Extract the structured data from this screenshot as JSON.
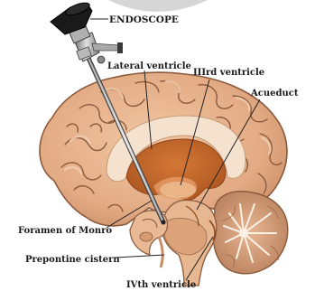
{
  "labels": {
    "endoscope": "ENDOSCOPE",
    "lateral_ventricle": "Lateral ventricle",
    "third_ventricle": "IIIrd ventricle",
    "acueduct": "Acueduct",
    "foramen_of_monro": "Foramen of Monro",
    "prepontine_cistern": "Prepontine cistern",
    "fourth_ventricle": "IVth ventricle"
  },
  "colors": {
    "brain_base": "#e9b894",
    "brain_gyri_edge": "#8a5a3c",
    "ventricle": "#c4662c",
    "ventricle_light": "#e8a06a",
    "corpus_callosum": "#f4e2cf",
    "cerebellum": "#d9a17c",
    "cerebellum_white": "#fbf1e6",
    "endoscope_black": "#1a1a1a",
    "endoscope_metal": "#9a9a9a"
  }
}
